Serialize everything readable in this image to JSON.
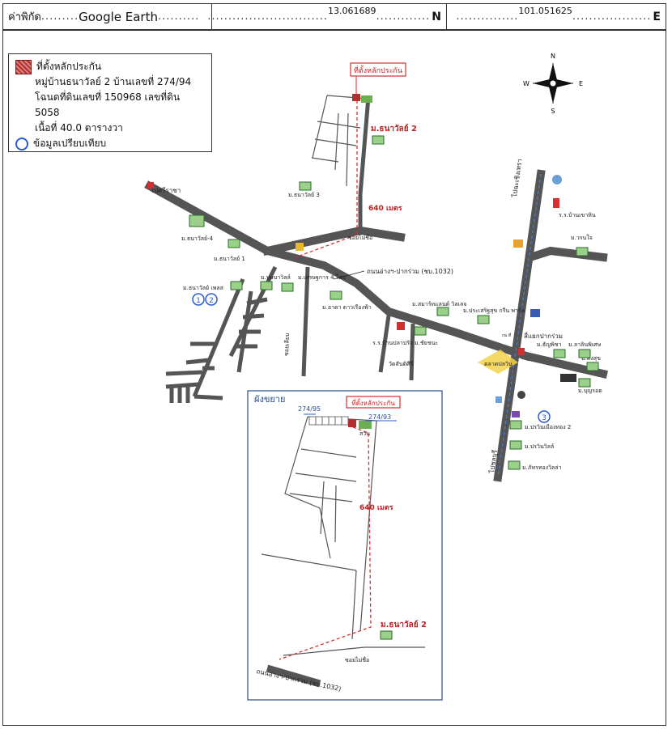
{
  "header": {
    "coord_label": "ค่าพิกัด",
    "source": "Google Earth",
    "latitude": "13.061689",
    "lat_unit": "N",
    "longitude": "101.051625",
    "lon_unit": "E"
  },
  "legend": {
    "collateral_title": "ที่ตั้งหลักประกัน",
    "line1": "หมู่บ้านธนาวัลย์ 2 บ้านเลขที่ 274/94",
    "line2": "โฉนดที่ดินเลขที่ 150968 เลขที่ดิน 5058",
    "line3": "เนื้อที่ 40.0 ตารางวา",
    "comparable": "ข้อมูลเปรียบเทียบ",
    "collateral_color": "#b03030",
    "comparable_color": "#2a5bd7"
  },
  "compass": {
    "n": "N",
    "s": "S",
    "e": "E",
    "w": "W"
  },
  "map": {
    "collateral_label": "ที่ตั้งหลักประกัน",
    "thanawan2": "ม.ธนาวัลย์ 2",
    "thanawan3": "ม.ธนาวัลย์ 3",
    "thanawan4": "ม.ธนาวัลย์-4",
    "thanawan1": "ม.ธนาวัลย์ 1",
    "thanawan_village": "ม.ธนาวัลย์ เพลส",
    "distance": "640 เมตร",
    "to_sriracha": "ไปศรีราชา",
    "soi": "ซอยไม่ชื่อ",
    "main_road": "ถนนอ่างฯ-ปากร่วม (ชบ.1032)",
    "to_chachoengsao": "ไปฉะเชิงเทรา",
    "to_chonburi": "ไปชลบุรี",
    "school_ban_khao_hin": "ร.ร.บ้านเขาหิน",
    "wanjai": "ม.วรนใจ",
    "bunrat": "ม.บุษบาวิลล์",
    "setthakarn": "ม.เศรษฐการ 4 โฮม",
    "arada": "ม.อาดา ดาวเรืองฟ้า",
    "smart_land": "ม.สมาร์ทแลนด์ วิลเลจ",
    "prasertsuk": "ม.ประเสริฐสุข กรีน พาร์ค",
    "school_ban_pracha": "ร.ร.บ้านปลาปรัจ",
    "chanat": "ม.ชัยชนะ",
    "wat": "วัดสันติศีรี",
    "market": "ตลาดปลวิน",
    "intersection": "สี่แยกปากร่วม",
    "thanya": "ม.ธัญพิชา",
    "lalin": "ม.ลาลินพิเศษ",
    "sangsuk": "ม.ดังสุข",
    "boonrod": "ม.บุญรอด",
    "praruen": "ม.ปรวินเมืองทอง 2",
    "pracha_villa": "ม.ปรวินวิลล์",
    "pattara": "ม.ภัทรทองวิลล่า",
    "comp1": "1",
    "comp2": "2",
    "comp3": "3",
    "km_sign": "กม.ที่",
    "road_vertical": "ซอยเลียบ"
  },
  "inset": {
    "title": "ผังขยาย",
    "plot_left": "274/95",
    "plot_right": "274/93",
    "collateral_label": "ที่ตั้งหลักประกัน",
    "garden": "สวน",
    "distance": "640 เมตร",
    "thanawan2": "ม.ธนาวัลย์ 2",
    "soi": "ซอยไม่ชื่อ",
    "main_road": "ถนนอ่างฯ-ปากร่วม (ชบ.1032)"
  }
}
